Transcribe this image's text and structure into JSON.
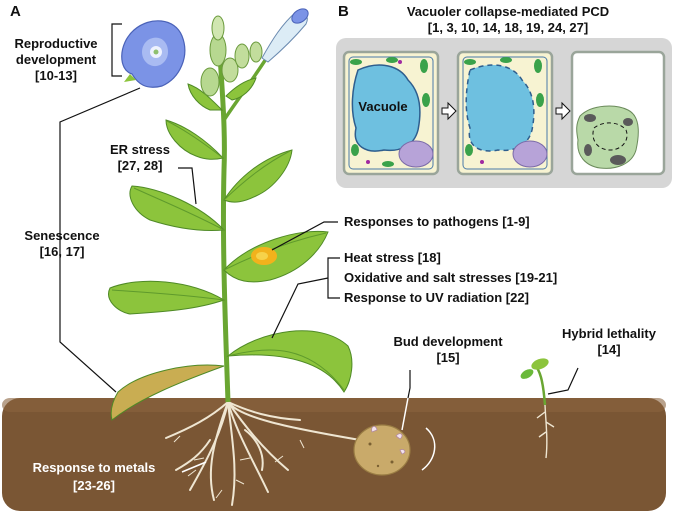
{
  "panels": {
    "a": "A",
    "b": "B"
  },
  "labels": {
    "reproductive_1": "Reproductive",
    "reproductive_2": "development",
    "reproductive_ref": "[10-13]",
    "er_stress": "ER stress",
    "er_ref": "[27, 28]",
    "senescence": "Senescence",
    "senescence_ref": "[16, 17]",
    "pathogens": "Responses to pathogens [1-9]",
    "heat": "Heat stress [18]",
    "oxidative": "Oxidative and salt stresses [19-21]",
    "uv": "Response to UV radiation [22]",
    "bud": "Bud development",
    "bud_ref": "[15]",
    "hybrid": "Hybrid lethality",
    "hybrid_ref": "[14]",
    "metals": "Response to metals",
    "metals_ref": "[23-26]"
  },
  "panel_b": {
    "title": "Vacuoler collapse-mediated PCD",
    "refs": "[1, 3, 10, 14, 18, 19, 24, 27]",
    "vacuole_label": "Vacuole"
  },
  "colors": {
    "soil": "#7a5634",
    "leaf": "#8cc43c",
    "stem": "#6aa632",
    "flower": "#7b93e6",
    "vacuole": "#6ec0e0",
    "nucleus": "#b7a3d8",
    "chloroplast": "#3aa24a",
    "senescent_leaf": "#c9ad52",
    "tuber": "#c9aa6a",
    "lesion": "#f2b21c"
  }
}
